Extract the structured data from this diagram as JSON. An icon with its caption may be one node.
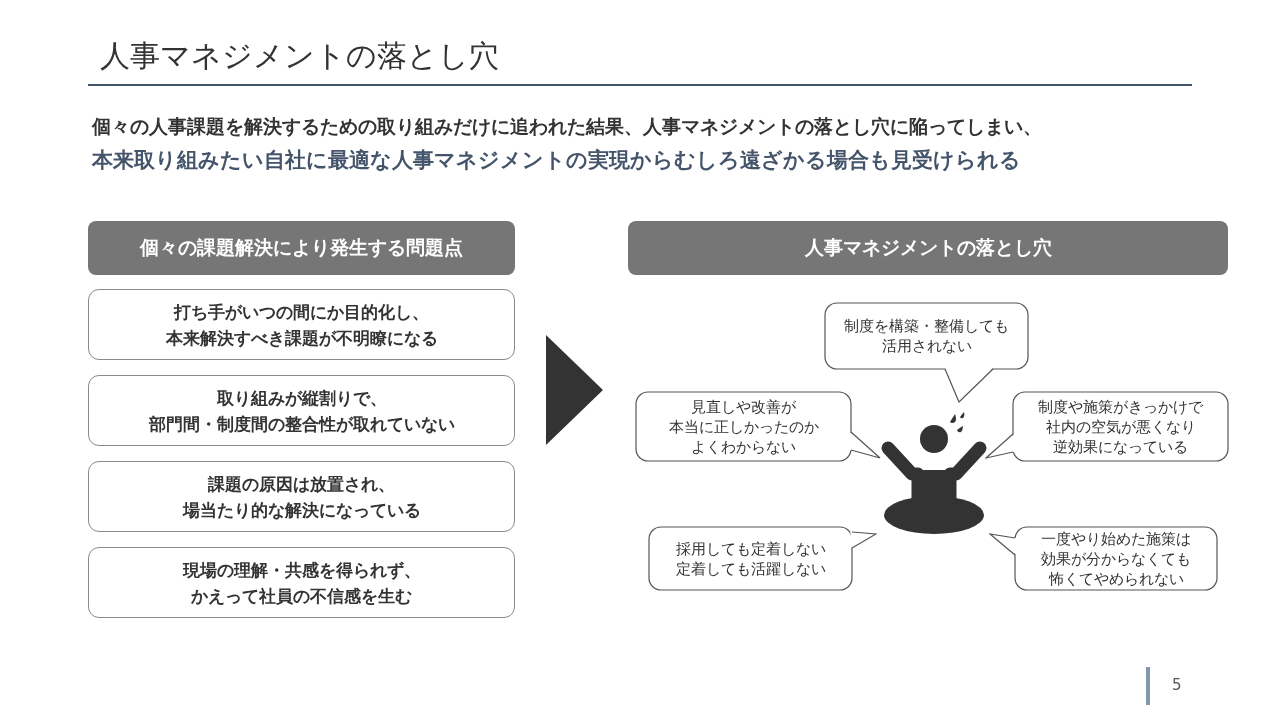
{
  "diagram": {
    "title": "人事マネジメントの落とし穴",
    "nodes": [
      {
        "text": [
          "個々の課題解決により発生する問題点"
        ]
      },
      {
        "text": [
          "打ち手がいつの間にか目的化し、本来解決すべき課題が不明瞭になる"
        ]
      },
      {
        "text": [
          "取り組みが縦割りで、部門間・制度間の整合性が取れていない"
        ]
      },
      {
        "text": [
          "課題の原因は放置され、場当たり的な解決になっている"
        ]
      },
      {
        "text": [
          "現場の理解・共感を得られず、かえって社員の不信感を生む"
        ]
      },
      {
        "text": [
          "人事マネジメントの落とし穴"
        ]
      },
      {
        "text": [
          "制度を構築・整備しても活用されない"
        ]
      },
      {
        "text": [
          "見直しや改善が本当に正しかったのかよくわからない"
        ]
      },
      {
        "text": [
          "制度や施策がきっかけで社内の空気が悪くなり逆効果になっている"
        ]
      },
      {
        "text": [
          "採用しても定着しない定着しても活躍しない"
        ]
      },
      {
        "text": [
          "一度やり始めた施策は効果が分からなくても怖くてやめられない"
        ]
      }
    ],
    "labels": [
      "個々の人事課題を解決するための取り組みだけに追われた結果、人事マネジメントの落とし穴に陥ってしまい、",
      "本来取り組みたい自社に最適な人事マネジメントの実現からむしろ遠ざかる場合も見受けられる",
      "5"
    ]
  }
}
